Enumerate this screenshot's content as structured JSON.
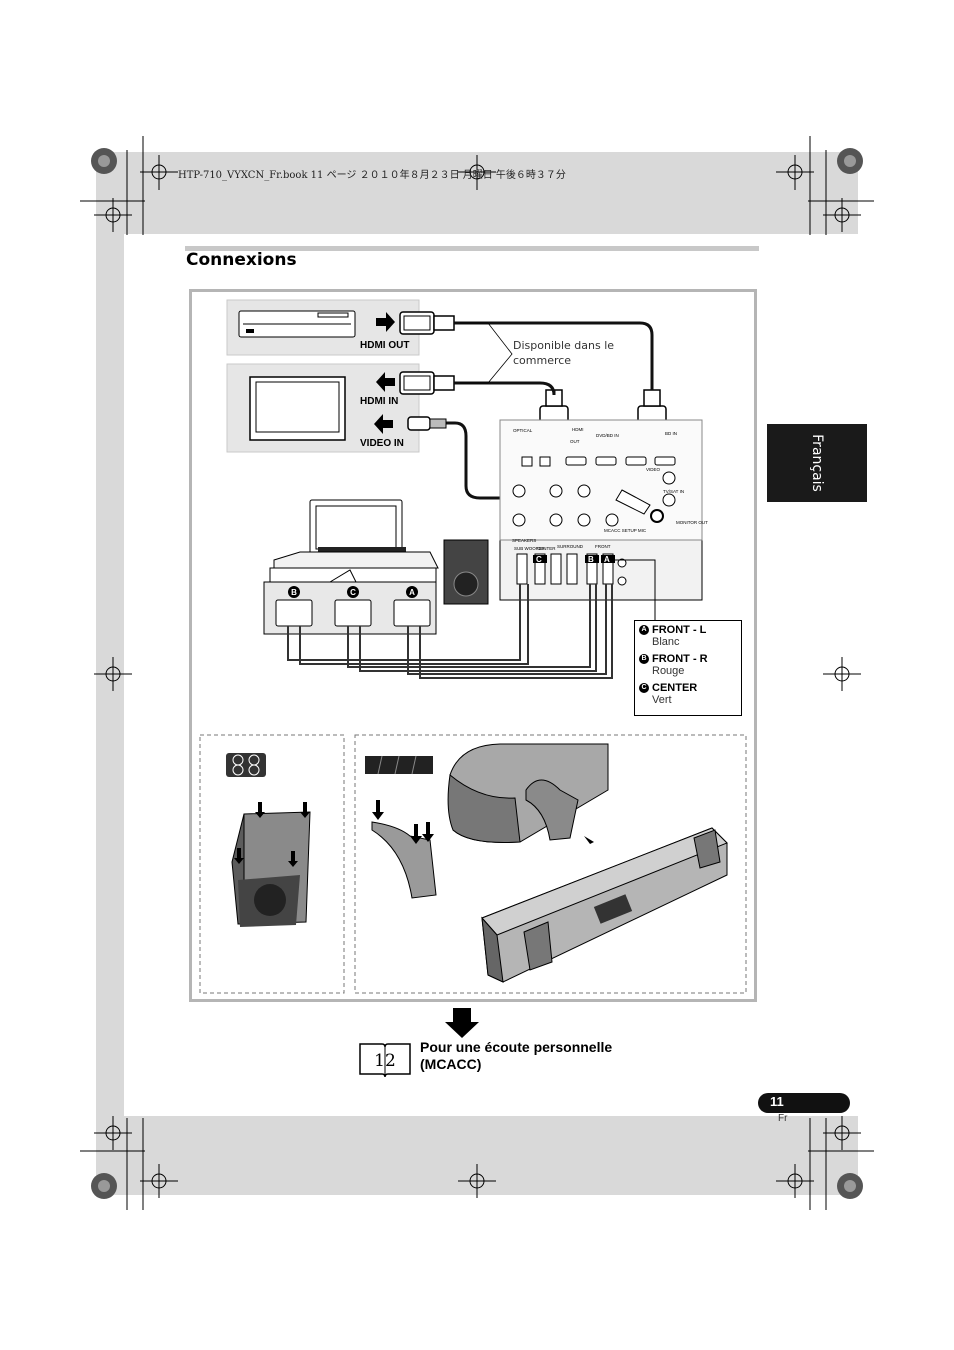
{
  "print_header": "HTP-710_VYXCN_Fr.book  11 ページ  ２０１０年８月２３日  月曜日  午後６時３７分",
  "section_title": "Connexions",
  "language_tab": "Français",
  "devices": {
    "player_label": "HDMI OUT",
    "tv_hdmi_label": "HDMI IN",
    "tv_video_label": "VIDEO IN"
  },
  "availability_note": "Disponible dans le commerce",
  "receiver_labels": {
    "hdmi": "HDMI",
    "optical": "OPTICAL",
    "dvd_in": "DVD/BD IN",
    "tv_sat_in": "TV/SAT IN",
    "bd_in": "BD IN",
    "out": "OUT",
    "video": "VIDEO",
    "monitor_out": "MONITOR OUT",
    "speakers": "SPEAKERS",
    "subwoofer": "SUB WOOFER",
    "center": "CENTER",
    "surround": "SURROUND",
    "front": "FRONT",
    "mcacc": "MCACC SETUP MIC"
  },
  "legend": [
    {
      "badge": "A",
      "name": "FRONT - L",
      "color": "Blanc"
    },
    {
      "badge": "B",
      "name": "FRONT - R",
      "color": "Rouge"
    },
    {
      "badge": "C",
      "name": "CENTER",
      "color": "Vert"
    }
  ],
  "next_step": {
    "page_ref": "12",
    "title_line1": "Pour une écoute personnelle",
    "title_line2": "(MCACC)"
  },
  "page_number": "11",
  "page_lang": "Fr"
}
